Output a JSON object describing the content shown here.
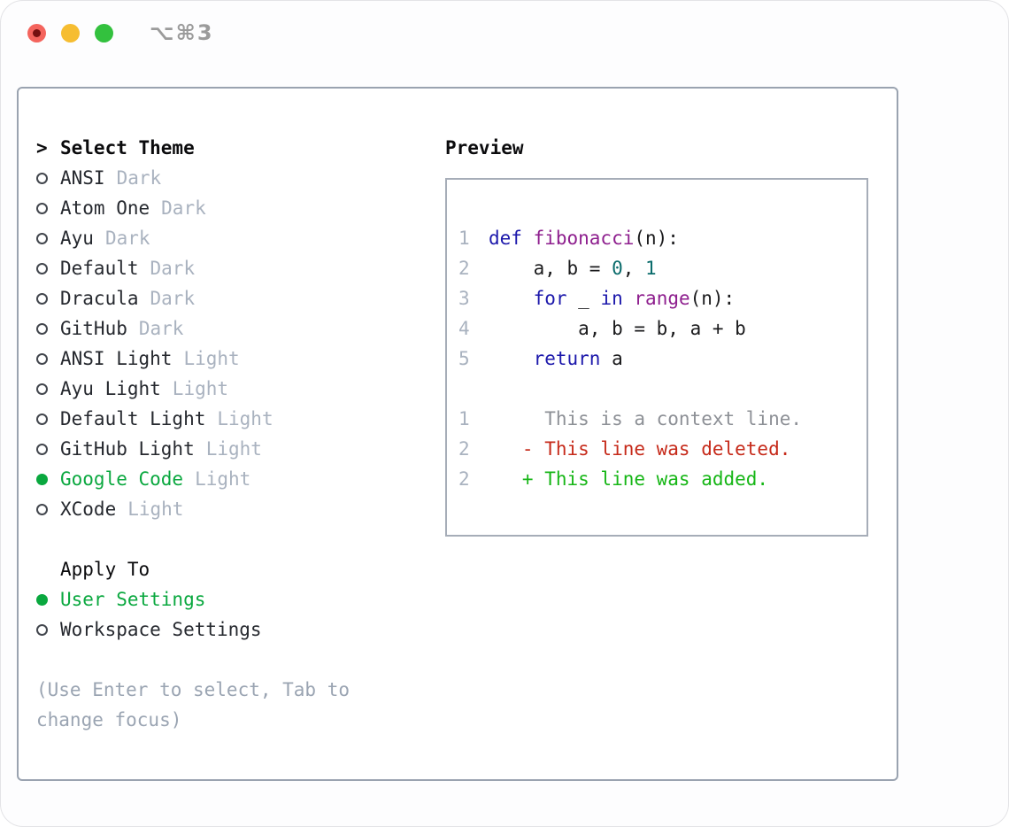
{
  "window": {
    "title": "⌥⌘3"
  },
  "theme_panel": {
    "header": {
      "prompt": ">",
      "label": "Select Theme"
    },
    "themes": [
      {
        "name": "ANSI",
        "variant": "Dark",
        "selected": false
      },
      {
        "name": "Atom One",
        "variant": "Dark",
        "selected": false
      },
      {
        "name": "Ayu",
        "variant": "Dark",
        "selected": false
      },
      {
        "name": "Default",
        "variant": "Dark",
        "selected": false
      },
      {
        "name": "Dracula",
        "variant": "Dark",
        "selected": false
      },
      {
        "name": "GitHub",
        "variant": "Dark",
        "selected": false
      },
      {
        "name": "ANSI Light",
        "variant": "Light",
        "selected": false
      },
      {
        "name": "Ayu Light",
        "variant": "Light",
        "selected": false
      },
      {
        "name": "Default Light",
        "variant": "Light",
        "selected": false
      },
      {
        "name": "GitHub Light",
        "variant": "Light",
        "selected": false
      },
      {
        "name": "Google Code",
        "variant": "Light",
        "selected": true
      },
      {
        "name": "XCode",
        "variant": "Light",
        "selected": false
      }
    ],
    "apply_to": {
      "label": "Apply To",
      "options": [
        {
          "label": "User Settings",
          "selected": true
        },
        {
          "label": "Workspace Settings",
          "selected": false
        }
      ]
    },
    "hint_lines": [
      "(Use Enter to select, Tab to",
      "change focus)"
    ]
  },
  "preview": {
    "label": "Preview",
    "code_lines": [
      {
        "num": "1",
        "segments": [
          {
            "text": "def ",
            "style": "keyword"
          },
          {
            "text": "fibonacci",
            "style": "function"
          },
          {
            "text": "(n):",
            "style": "plain"
          }
        ]
      },
      {
        "num": "2",
        "segments": [
          {
            "text": "    a, b = ",
            "style": "plain"
          },
          {
            "text": "0",
            "style": "literal"
          },
          {
            "text": ", ",
            "style": "plain"
          },
          {
            "text": "1",
            "style": "literal"
          }
        ]
      },
      {
        "num": "3",
        "segments": [
          {
            "text": "    ",
            "style": "plain"
          },
          {
            "text": "for",
            "style": "keyword"
          },
          {
            "text": " _ ",
            "style": "plain"
          },
          {
            "text": "in",
            "style": "keyword"
          },
          {
            "text": " ",
            "style": "plain"
          },
          {
            "text": "range",
            "style": "function"
          },
          {
            "text": "(n):",
            "style": "plain"
          }
        ]
      },
      {
        "num": "4",
        "segments": [
          {
            "text": "        a, b = b, a + b",
            "style": "plain"
          }
        ]
      },
      {
        "num": "5",
        "segments": [
          {
            "text": "    ",
            "style": "plain"
          },
          {
            "text": "return",
            "style": "keyword"
          },
          {
            "text": " a",
            "style": "plain"
          }
        ]
      }
    ],
    "diff_lines": [
      {
        "num": "1",
        "text": "     This is a context line.",
        "type": "context"
      },
      {
        "num": "2",
        "text": "   - This line was deleted.",
        "type": "deleted"
      },
      {
        "num": "2",
        "text": "   + This line was added.",
        "type": "added"
      }
    ]
  },
  "colors": {
    "keyword": "#1c18ab",
    "function": "#8e1f8e",
    "literal": "#0b6c6c",
    "code_plain": "#1b1b1d",
    "line_number": "#a9b2bf",
    "diff_context": "#8d9096",
    "diff_deleted": "#c62a1a",
    "diff_added": "#16b616",
    "selection_green": "#0aa83f",
    "list_name": "#26292f",
    "list_variant": "#a9b2bf",
    "hint": "#9aa4b2",
    "panel_border": "#9aa3b0",
    "traffic_red": "#f4645d",
    "traffic_red_dot": "#751010",
    "traffic_yellow": "#f6bd31",
    "traffic_green": "#33c13e",
    "title_text": "#9b9b9b"
  }
}
